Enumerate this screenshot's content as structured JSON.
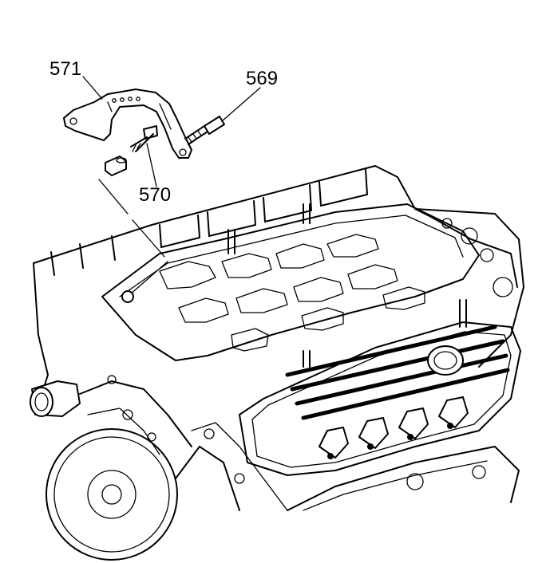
{
  "callouts": {
    "bracket": "571",
    "bolt_upper": "569",
    "bolt_lower": "570"
  },
  "colors": {
    "line": "#000000",
    "background": "#ffffff"
  }
}
